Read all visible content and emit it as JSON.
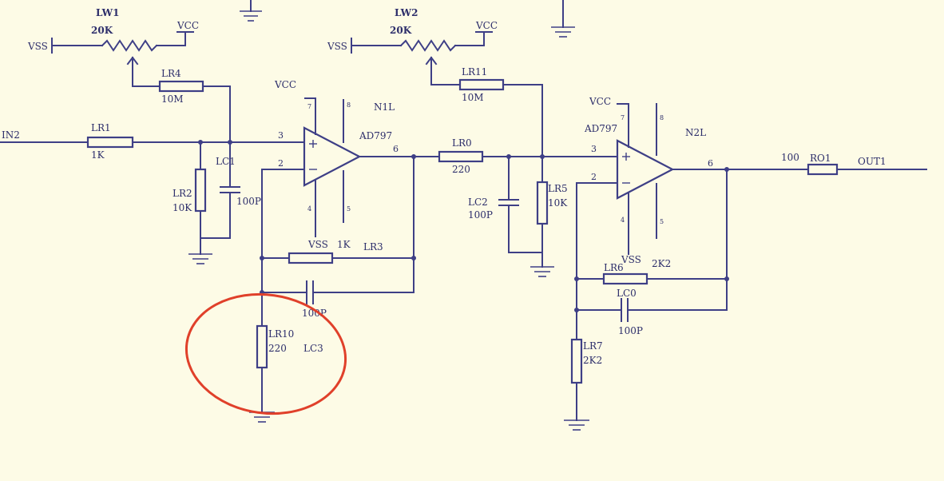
{
  "circuit": {
    "input_net": "IN2",
    "output_net": "OUT1",
    "supply_pos": "VCC",
    "supply_neg": "VSS",
    "stage1": {
      "pot": {
        "ref": "LW1",
        "value": "20K",
        "vss": "VSS",
        "vcc": "VCC"
      },
      "r_bias": {
        "ref": "LR4",
        "value": "10M"
      },
      "r_in": {
        "ref": "LR1",
        "value": "1K"
      },
      "r_shunt": {
        "ref": "LR2",
        "value": "10K"
      },
      "c_shunt": {
        "ref": "LC1",
        "value": "100P"
      },
      "opamp": {
        "ref": "N1L",
        "part": "AD797",
        "vcc": "VCC",
        "vss": "VSS",
        "pin_plus": "3",
        "pin_minus": "2",
        "pin_out": "6",
        "pin_v_pos": "7",
        "pin_nc": "8",
        "pin_v_neg": "4",
        "pin_5": "5"
      },
      "r_fb": {
        "ref": "LR3",
        "value": "1K"
      },
      "c_fb": {
        "ref": "LC3",
        "value": "100P"
      },
      "r_gnd": {
        "ref": "LR10",
        "value": "220"
      }
    },
    "coupling": {
      "r_series": {
        "ref": "LR0",
        "value": "220"
      }
    },
    "stage2": {
      "pot": {
        "ref": "LW2",
        "value": "20K",
        "vss": "VSS",
        "vcc": "VCC"
      },
      "r_bias": {
        "ref": "LR11",
        "value": "10M"
      },
      "c_shunt": {
        "ref": "LC2",
        "value": "100P"
      },
      "r_shunt": {
        "ref": "LR5",
        "value": "10K"
      },
      "opamp": {
        "ref": "N2L",
        "part": "AD797",
        "vcc": "VCC",
        "vss": "VSS",
        "pin_plus": "3",
        "pin_minus": "2",
        "pin_out": "6",
        "pin_v_pos": "7",
        "pin_nc": "8",
        "pin_v_neg": "4",
        "pin_5": "5"
      },
      "r_fb": {
        "ref": "LR6",
        "value": "2K2"
      },
      "c_fb": {
        "ref": "LC0",
        "value": "100P"
      },
      "r_gnd": {
        "ref": "LR7",
        "value": "2K2"
      },
      "r_out": {
        "ref": "RO1",
        "value": "100"
      }
    },
    "highlight": {
      "target": "LR10",
      "color": "#e0402a"
    }
  }
}
